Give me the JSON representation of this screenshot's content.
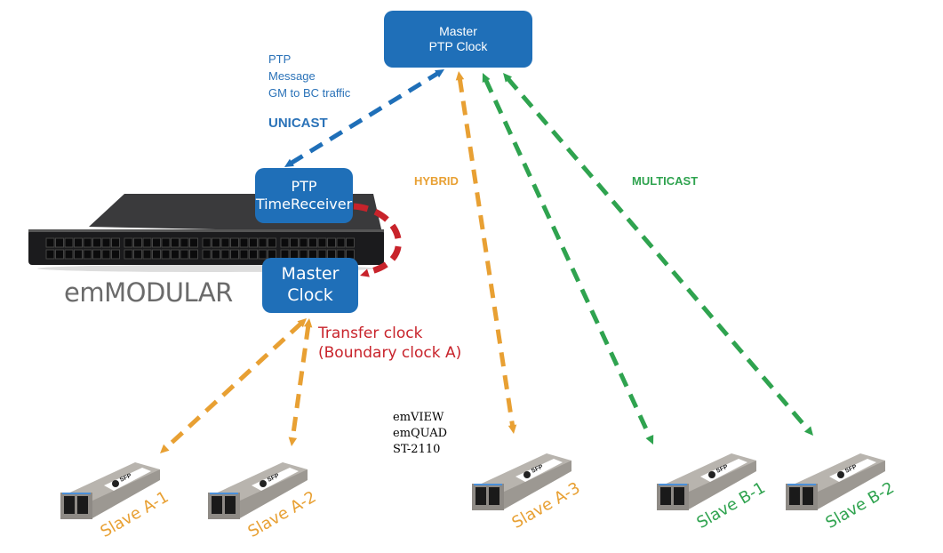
{
  "nodes": {
    "grandmaster": {
      "line1": "Master",
      "line2": "PTP Clock"
    },
    "time_receiver": {
      "line1": "PTP",
      "line2": "TimeReceiver"
    },
    "master_clock": {
      "line1": "Master",
      "line2": "Clock"
    }
  },
  "labels": {
    "ptp_message": [
      "PTP",
      "Message",
      "GM  to BC traffic"
    ],
    "unicast": "UNICAST",
    "hybrid": "HYBRID",
    "multicast": "MULTICAST",
    "transfer_clock": [
      "Transfer clock",
      "(Boundary clock A)"
    ],
    "products": [
      "emVIEW",
      "emQUAD",
      "ST-2110"
    ],
    "device_name": "emMODULAR"
  },
  "slaves": [
    {
      "name": "Slave A-1",
      "group": "hybrid"
    },
    {
      "name": "Slave A-2",
      "group": "hybrid"
    },
    {
      "name": "Slave A-3",
      "group": "hybrid"
    },
    {
      "name": "Slave B-1",
      "group": "multicast"
    },
    {
      "name": "Slave B-2",
      "group": "multicast"
    }
  ],
  "sfp_label": "SFP",
  "colors": {
    "unicast": "#1f6fb8",
    "hybrid": "#e8a033",
    "multicast": "#2fa34f",
    "transfer": "#c8232b",
    "box": "#1f6fb8"
  }
}
